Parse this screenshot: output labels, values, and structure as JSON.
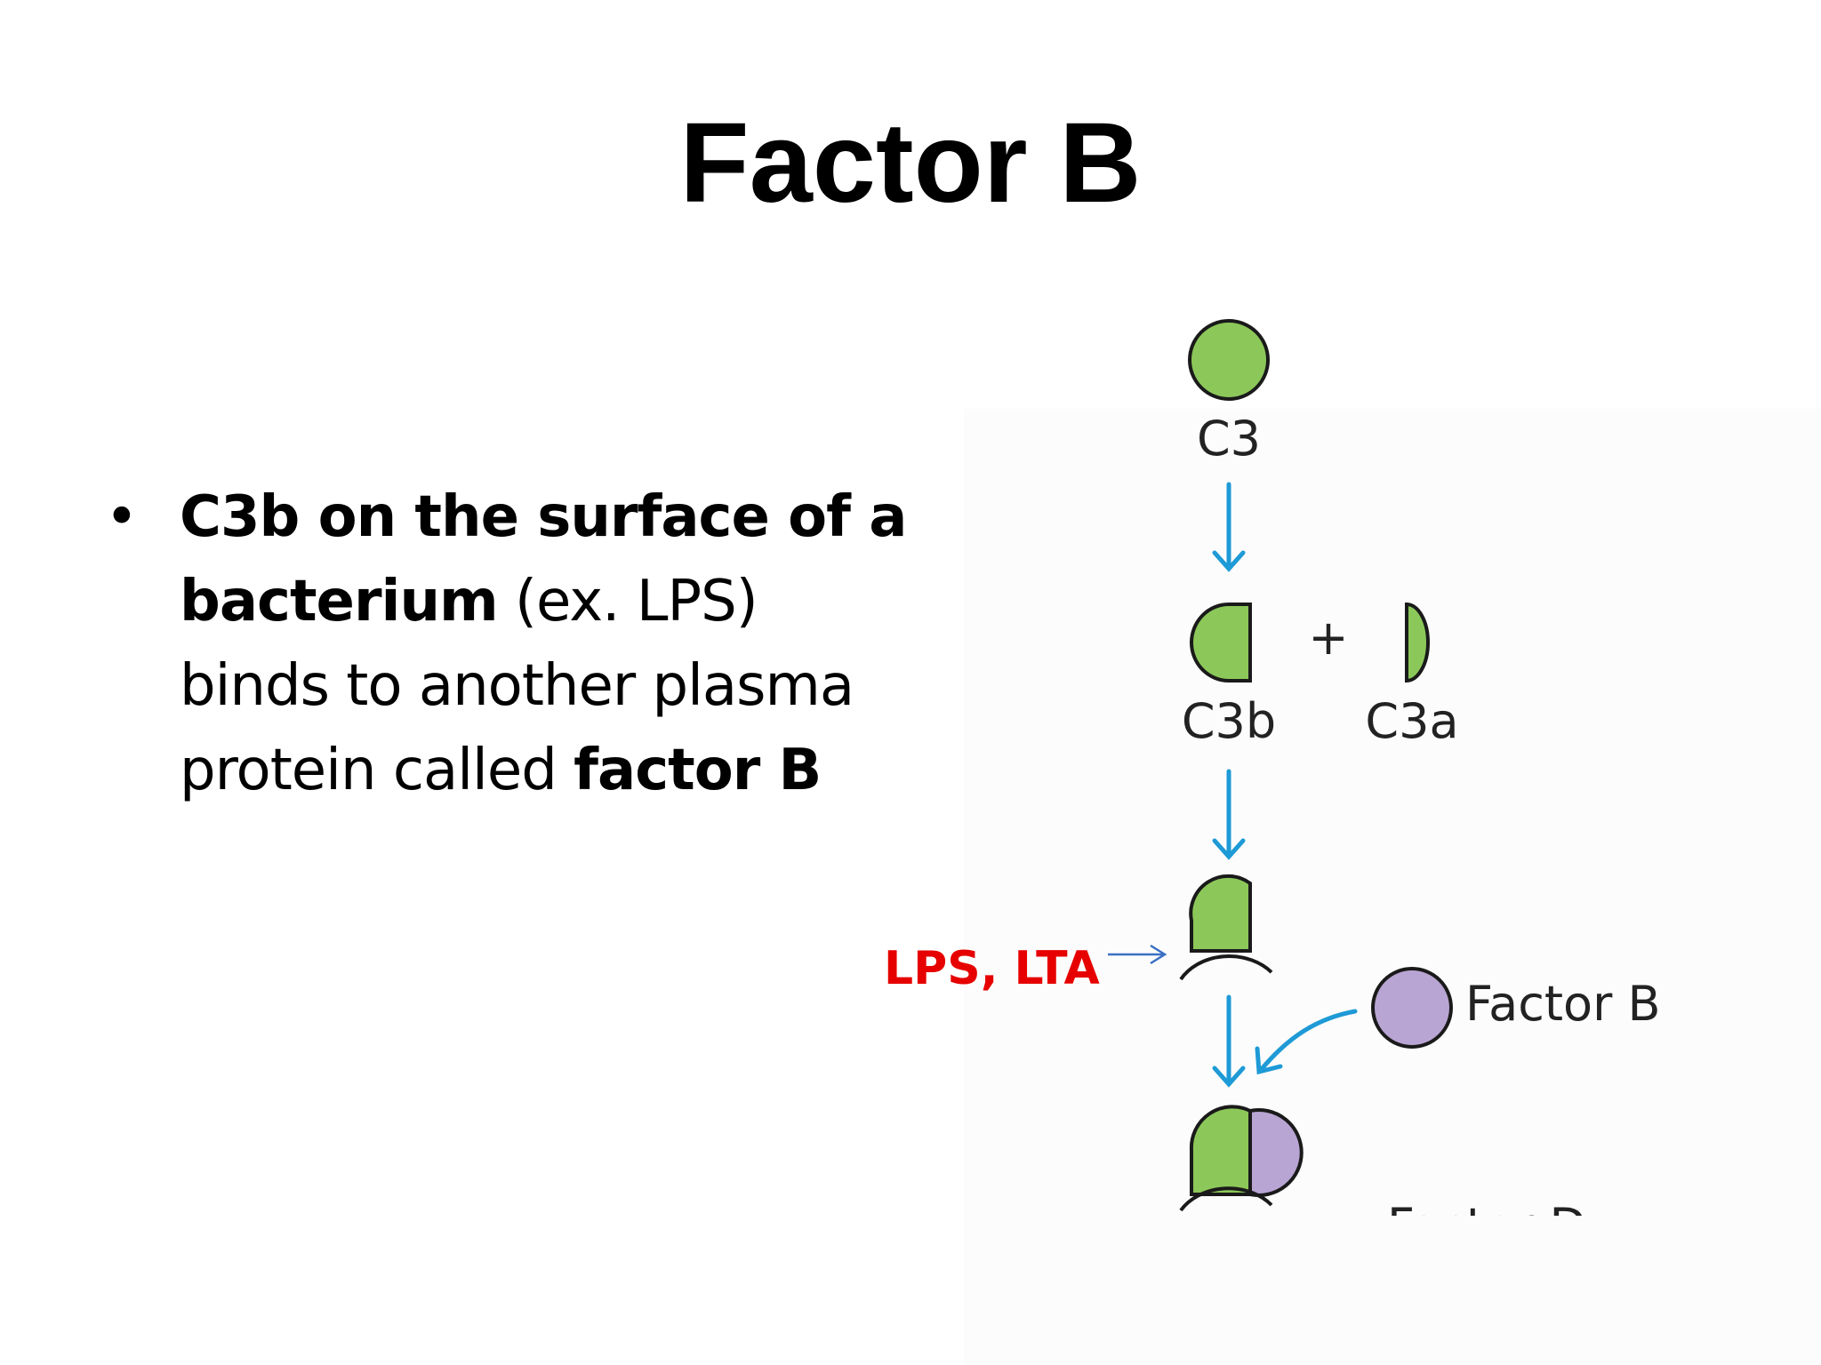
{
  "slide": {
    "title": "Factor B"
  },
  "bullet": {
    "marker": "•",
    "part1_bold": "C3b on the surface of a bacterium",
    "part2": " (ex. LPS) binds to another plasma protein called ",
    "part3_bold": "factor B"
  },
  "annotation": {
    "label": "LPS, LTA",
    "color": "#e60000"
  },
  "diagram": {
    "labels": {
      "c3": "C3",
      "c3b": "C3b",
      "plus": "+",
      "c3a": "C3a",
      "factor_b": "Factor B",
      "factor_d": "Factor D"
    },
    "colors": {
      "c3_fill": "#8cc859",
      "factor_b_fill": "#b9a5d4",
      "arrow": "#1e9ad6",
      "outline": "#1a1a1a",
      "pointer_arrow": "#3a6fc4"
    }
  }
}
